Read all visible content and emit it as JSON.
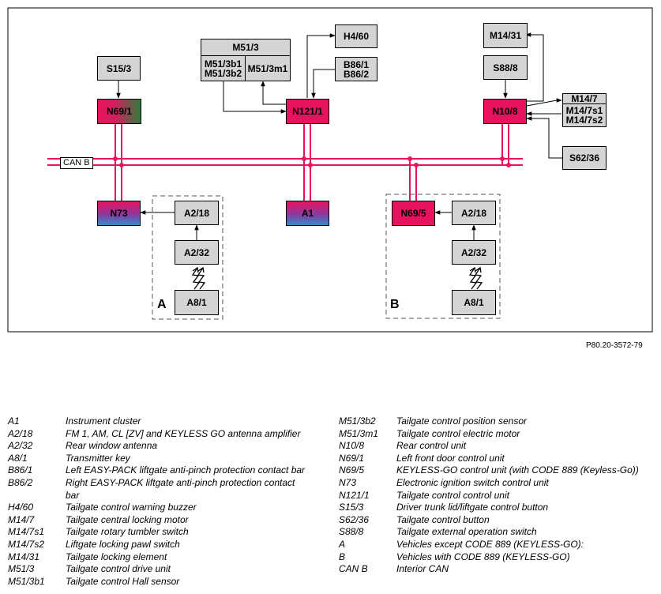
{
  "reference": "P80.20-3572-79",
  "bus_label": "CAN B",
  "group_letters": {
    "a": "A",
    "b": "B"
  },
  "components": {
    "s15_3": "S15/3",
    "n69_1": "N69/1",
    "m51_3": "M51/3",
    "m51_3b1": "M51/3b1",
    "m51_3b2": "M51/3b2",
    "m51_3m1": "M51/3m1",
    "n121_1": "N121/1",
    "h4_60": "H4/60",
    "b86_1": "B86/1",
    "b86_2": "B86/2",
    "m14_31": "M14/31",
    "s88_8": "S88/8",
    "n10_8": "N10/8",
    "m14_7": "M14/7",
    "m14_7s1": "M14/7s1",
    "m14_7s2": "M14/7s2",
    "s62_36": "S62/36",
    "n73": "N73",
    "a1": "A1",
    "n69_5": "N69/5",
    "a2_18": "A2/18",
    "a2_32": "A2/32",
    "a8_1": "A8/1"
  },
  "legend_left": [
    {
      "code": "A1",
      "desc": "Instrument cluster"
    },
    {
      "code": "A2/18",
      "desc": "FM 1, AM, CL [ZV] and KEYLESS GO antenna amplifier"
    },
    {
      "code": "A2/32",
      "desc": "Rear window antenna"
    },
    {
      "code": "A8/1",
      "desc": "Transmitter key"
    },
    {
      "code": "B86/1",
      "desc": "Left EASY-PACK liftgate anti-pinch protection contact bar"
    },
    {
      "code": "B86/2",
      "desc": "Right EASY-PACK liftgate anti-pinch protection contact",
      "desc2": "bar"
    },
    {
      "code": "H4/60",
      "desc": "Tailgate control warning buzzer"
    },
    {
      "code": "M14/7",
      "desc": "Tailgate central locking motor"
    },
    {
      "code": "M14/7s1",
      "desc": "Tailgate rotary tumbler switch"
    },
    {
      "code": "M14/7s2",
      "desc": "Liftgate locking pawl switch"
    },
    {
      "code": "M14/31",
      "desc": "Tailgate locking element"
    },
    {
      "code": "M51/3",
      "desc": "Tailgate control drive unit"
    },
    {
      "code": "M51/3b1",
      "desc": "Tailgate control Hall sensor"
    }
  ],
  "legend_right": [
    {
      "code": "M51/3b2",
      "desc": "Tailgate control position sensor"
    },
    {
      "code": "M51/3m1",
      "desc": "Tailgate control electric motor"
    },
    {
      "code": "N10/8",
      "desc": "Rear control unit"
    },
    {
      "code": "N69/1",
      "desc": "Left front door control unit"
    },
    {
      "code": "N69/5",
      "desc": "KEYLESS-GO control unit (with CODE 889 (Keyless-Go))"
    },
    {
      "code": "N73",
      "desc": "Electronic ignition switch control unit"
    },
    {
      "code": "",
      "desc": ""
    },
    {
      "code": "N121/1",
      "desc": "Tailgate control control unit"
    },
    {
      "code": "S15/3",
      "desc": "Driver trunk lid/liftgate control button"
    },
    {
      "code": "S62/36",
      "desc": "Tailgate control button"
    },
    {
      "code": "S88/8",
      "desc": "Tailgate external operation switch"
    },
    {
      "code": "A",
      "desc": "Vehicles except CODE 889 (KEYLESS-GO):"
    },
    {
      "code": "B",
      "desc": "Vehicles with CODE 889 (KEYLESS-GO)"
    },
    {
      "code": "CAN B",
      "desc": "Interior CAN"
    }
  ]
}
